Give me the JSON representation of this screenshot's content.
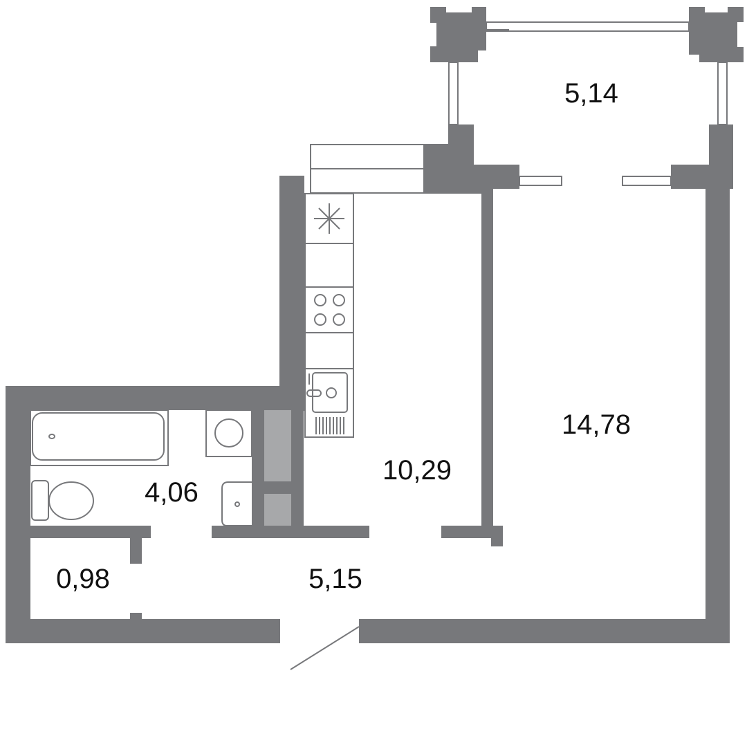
{
  "plan": {
    "rooms": [
      {
        "id": "balcony",
        "area": "5,14"
      },
      {
        "id": "living-room",
        "area": "14,78"
      },
      {
        "id": "kitchen",
        "area": "10,29"
      },
      {
        "id": "bathroom",
        "area": "4,06"
      },
      {
        "id": "storage",
        "area": "0,98"
      },
      {
        "id": "hallway",
        "area": "5,15"
      }
    ],
    "colors": {
      "wall": "#77787b",
      "shaft": "#a7a8aa"
    }
  }
}
